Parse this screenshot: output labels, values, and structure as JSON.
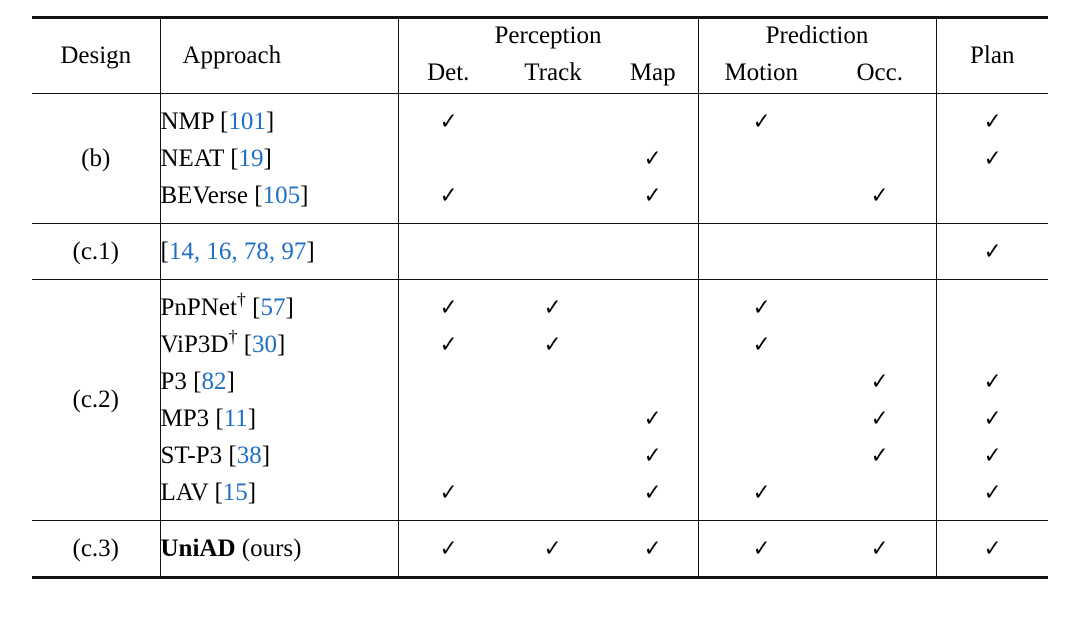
{
  "table": {
    "caption_columns": {
      "design": "Design",
      "approach": "Approach",
      "plan": "Plan"
    },
    "groups": [
      {
        "label": "Perception",
        "subcolumns": [
          "Det.",
          "Track",
          "Map"
        ]
      },
      {
        "label": "Prediction",
        "subcolumns": [
          "Motion",
          "Occ."
        ]
      }
    ],
    "check_glyph": "✓",
    "accent_color": "#1f6fc4",
    "sections": [
      {
        "design": "(b)",
        "rows": [
          {
            "name": "NMP",
            "dagger": "",
            "citation_open": "[",
            "citation_num": "101",
            "citation_close": "]",
            "suffix": "",
            "bold": false,
            "det": true,
            "track": false,
            "map": false,
            "motion": true,
            "occ": false,
            "plan": true
          },
          {
            "name": "NEAT",
            "dagger": "",
            "citation_open": "[",
            "citation_num": "19",
            "citation_close": "]",
            "suffix": "",
            "bold": false,
            "det": false,
            "track": false,
            "map": true,
            "motion": false,
            "occ": false,
            "plan": true
          },
          {
            "name": "BEVerse",
            "dagger": "",
            "citation_open": "[",
            "citation_num": "105",
            "citation_close": "]",
            "suffix": "",
            "bold": false,
            "det": true,
            "track": false,
            "map": true,
            "motion": false,
            "occ": true,
            "plan": false
          }
        ]
      },
      {
        "design": "(c.1)",
        "rows": [
          {
            "name": "",
            "dagger": "",
            "citation_open": "[",
            "citation_num": "14, 16, 78, 97",
            "citation_close": "]",
            "suffix": "",
            "bold": false,
            "det": false,
            "track": false,
            "map": false,
            "motion": false,
            "occ": false,
            "plan": true
          }
        ]
      },
      {
        "design": "(c.2)",
        "rows": [
          {
            "name": "PnPNet",
            "dagger": "†",
            "citation_open": "[",
            "citation_num": "57",
            "citation_close": "]",
            "suffix": "",
            "bold": false,
            "det": true,
            "track": true,
            "map": false,
            "motion": true,
            "occ": false,
            "plan": false
          },
          {
            "name": "ViP3D",
            "dagger": "†",
            "citation_open": "[",
            "citation_num": "30",
            "citation_close": "]",
            "suffix": "",
            "bold": false,
            "det": true,
            "track": true,
            "map": false,
            "motion": true,
            "occ": false,
            "plan": false
          },
          {
            "name": "P3",
            "dagger": "",
            "citation_open": "[",
            "citation_num": "82",
            "citation_close": "]",
            "suffix": "",
            "bold": false,
            "det": false,
            "track": false,
            "map": false,
            "motion": false,
            "occ": true,
            "plan": true
          },
          {
            "name": "MP3",
            "dagger": "",
            "citation_open": "[",
            "citation_num": "11",
            "citation_close": "]",
            "suffix": "",
            "bold": false,
            "det": false,
            "track": false,
            "map": true,
            "motion": false,
            "occ": true,
            "plan": true
          },
          {
            "name": "ST-P3",
            "dagger": "",
            "citation_open": "[",
            "citation_num": "38",
            "citation_close": "]",
            "suffix": "",
            "bold": false,
            "det": false,
            "track": false,
            "map": true,
            "motion": false,
            "occ": true,
            "plan": true
          },
          {
            "name": "LAV",
            "dagger": "",
            "citation_open": "[",
            "citation_num": "15",
            "citation_close": "]",
            "suffix": "",
            "bold": false,
            "det": true,
            "track": false,
            "map": true,
            "motion": true,
            "occ": false,
            "plan": true
          }
        ]
      },
      {
        "design": "(c.3)",
        "rows": [
          {
            "name": "UniAD",
            "dagger": "",
            "citation_open": "",
            "citation_num": "",
            "citation_close": "",
            "suffix": " (ours)",
            "bold": true,
            "det": true,
            "track": true,
            "map": true,
            "motion": true,
            "occ": true,
            "plan": true
          }
        ]
      }
    ]
  }
}
